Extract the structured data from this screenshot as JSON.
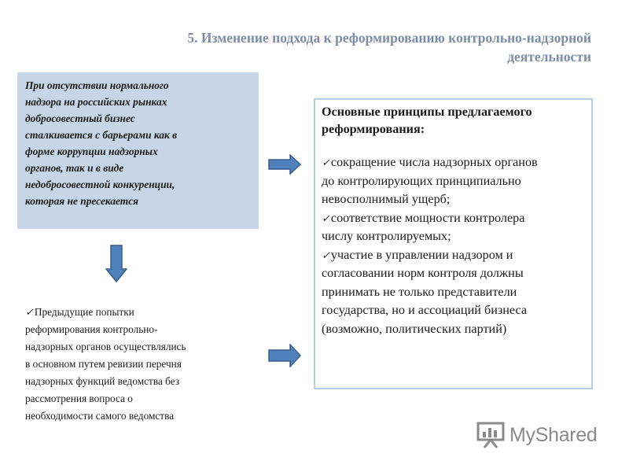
{
  "title": {
    "line1": "5. Изменение подхода к реформированию контрольно-надзорной",
    "line2": "деятельности"
  },
  "left_box": {
    "lines": [
      "При отсутствии нормального",
      "надзора на российских рынках",
      "добросовестный бизнес",
      "сталкивается с барьерами как в",
      "форме коррупции надзорных",
      "органов, так и в виде",
      "недобросовестной конкуренции,",
      "которая не пресекается"
    ]
  },
  "right_box": {
    "heading": [
      "Основные принципы предлагаемого",
      "реформирования:"
    ],
    "items": [
      [
        "сокращение числа надзорных органов",
        "до контролирующих принципиально",
        "невосполнимый ущерб;"
      ],
      [
        "соответствие мощности контролера",
        "числу контролируемых;"
      ],
      [
        "участие в управлении надзором и",
        "согласовании норм контроля должны",
        "принимать не только представители",
        "государства, но и ассоциаций бизнеса",
        "(возможно, политических партий)"
      ]
    ]
  },
  "bottom_text": {
    "lines": [
      "Предыдущие попытки",
      "реформирования контрольно-",
      "надзорных органов осуществлялись",
      "в основном путем ревизии перечня",
      "надзорных функций ведомства без",
      "рассмотрения вопроса о",
      "необходимости самого ведомства"
    ]
  },
  "check_mark": "✓",
  "logo": {
    "text": "MyShared"
  },
  "colors": {
    "arrow": "#4f81bd",
    "arrow_border": "#385d8a",
    "box_fill": "#c6d6e6",
    "title": "#7f8ca8"
  }
}
